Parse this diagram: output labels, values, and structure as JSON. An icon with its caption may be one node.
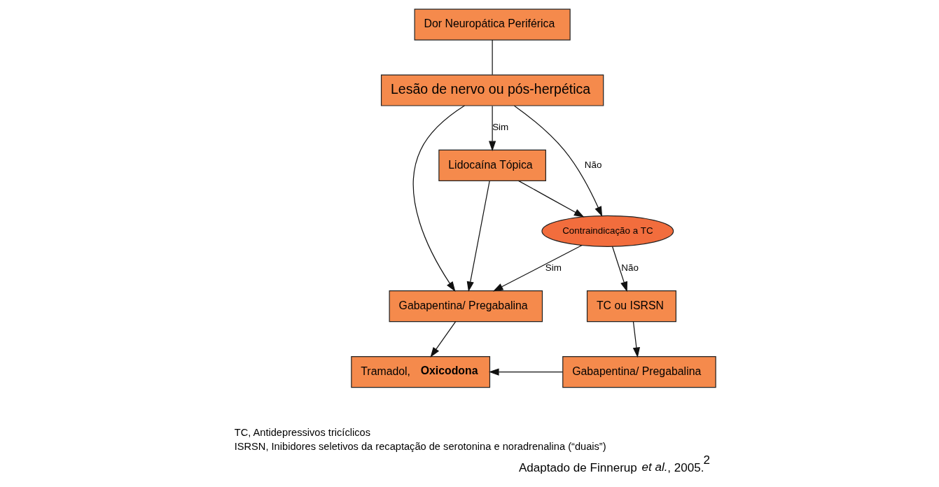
{
  "diagram": {
    "caption": "Adaptado de Finnerup *et al.*, 2005.$^{2}$",
    "nodes": [
      {
        "text": [
          "Dor Neuropática Periférica"
        ]
      },
      {
        "text": [
          "Lesão de nervo ou pós-herpética"
        ]
      },
      {
        "text": [
          "Lidocaína Tópica"
        ]
      },
      {
        "text": [
          "Contraindicação a TC"
        ]
      },
      {
        "text": [
          "Gabapentina/ Pregabalina"
        ]
      },
      {
        "text": [
          "TC ou ISRSN"
        ]
      },
      {
        "text": [
          "Tramadol, **Oxicodona**"
        ]
      },
      {
        "text": [
          "Gabapentina/ Pregabalina"
        ]
      }
    ],
    "edges": [
      {
        "from": 0,
        "to": 1,
        "arrow": "none"
      },
      {
        "from": 1,
        "to": 2,
        "arrow": "to",
        "label": "Sim"
      },
      {
        "from": 1,
        "to": 3,
        "arrow": "to",
        "label": "Não"
      },
      {
        "from": 1,
        "to": 4,
        "arrow": "to"
      },
      {
        "from": 2,
        "to": 3,
        "arrow": "to"
      },
      {
        "from": 2,
        "to": 4,
        "arrow": "to"
      },
      {
        "from": 3,
        "to": 4,
        "arrow": "to",
        "label": "Sim"
      },
      {
        "from": 3,
        "to": 5,
        "arrow": "to",
        "label": "Não"
      },
      {
        "from": 4,
        "to": 6,
        "arrow": "to"
      },
      {
        "from": 5,
        "to": 7,
        "arrow": "to"
      },
      {
        "from": 7,
        "to": 6,
        "arrow": "to"
      }
    ],
    "labels": [
      "TC, Antidepressivos tricíclicos",
      "ISRSN, Inibidores seletivos da recaptação de serotonina e noradrenalina (“duais”)"
    ]
  }
}
